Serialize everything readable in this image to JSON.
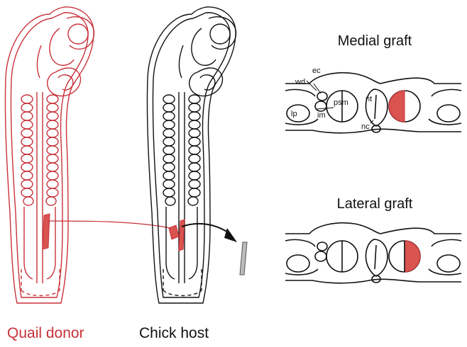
{
  "titles": {
    "medial": "Medial graft",
    "lateral": "Lateral graft"
  },
  "captions": {
    "donor": "Quail donor",
    "host": "Chick host"
  },
  "section_labels": {
    "ec": "ec",
    "wd": "wd",
    "psm": "psm",
    "nt": "nt",
    "lp": "lp",
    "im": "im",
    "nc": "nc"
  },
  "colors": {
    "quail": "#c8323a",
    "graft_fill": "#d9534f",
    "outline": "#111111"
  }
}
